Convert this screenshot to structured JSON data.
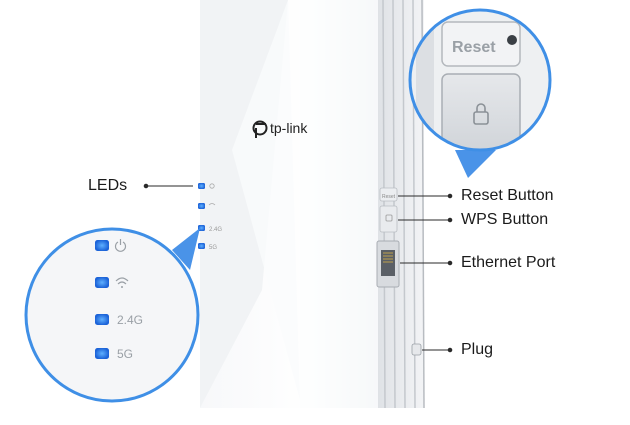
{
  "callouts": {
    "leds": "LEDs",
    "reset": "Reset Button",
    "wps": "WPS Button",
    "ethernet": "Ethernet Port",
    "plug": "Plug"
  },
  "device": {
    "brand": "tp-link",
    "reset_marking": "Reset",
    "led_labels": [
      "2.4G",
      "5G"
    ]
  },
  "zoom_led_labels": [
    "2.4G",
    "5G"
  ],
  "icons": [
    "power-icon",
    "wifi-icon",
    "lock-icon",
    "ethernet-port-icon",
    "tp-link-logo-icon"
  ],
  "colors": {
    "accent_blue": "#3f8fe6",
    "led_blue": "#2f7ff0",
    "device_white": "#f4f6f8",
    "callout_line": "#2a2a2a"
  }
}
